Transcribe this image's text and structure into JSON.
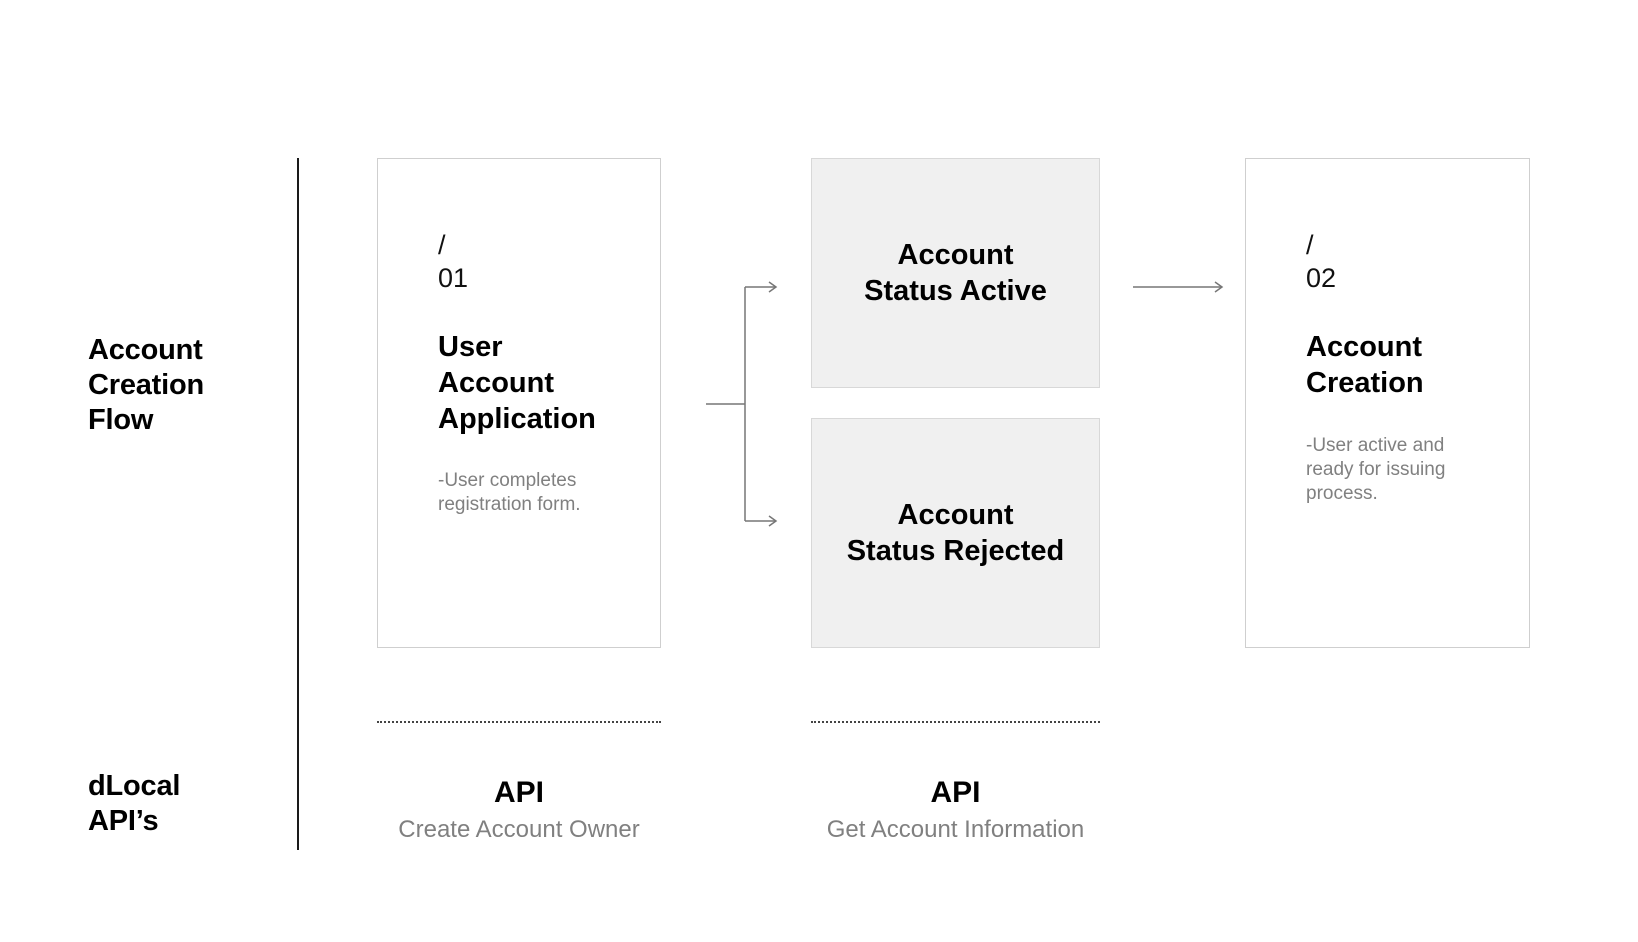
{
  "flow_label": "Account\nCreation\nFlow",
  "apis_label": "dLocal\nAPI’s",
  "steps": [
    {
      "number": "/\n01",
      "title": "User\nAccount\nApplication",
      "description": "-User completes\nregistration form."
    },
    {
      "number": "/\n02",
      "title": "Account\nCreation",
      "description": "-User active and\nready for issuing\nprocess."
    }
  ],
  "statuses": [
    {
      "title": "Account\nStatus Active"
    },
    {
      "title": "Account\nStatus Rejected"
    }
  ],
  "apis": [
    {
      "title": "API",
      "subtitle": "Create Account Owner"
    },
    {
      "title": "API",
      "subtitle": "Get Account Information"
    }
  ],
  "colors": {
    "card_border": "#cfcfcf",
    "status_fill": "#f0f0f0",
    "muted_text": "#808080",
    "connector": "#777777"
  }
}
